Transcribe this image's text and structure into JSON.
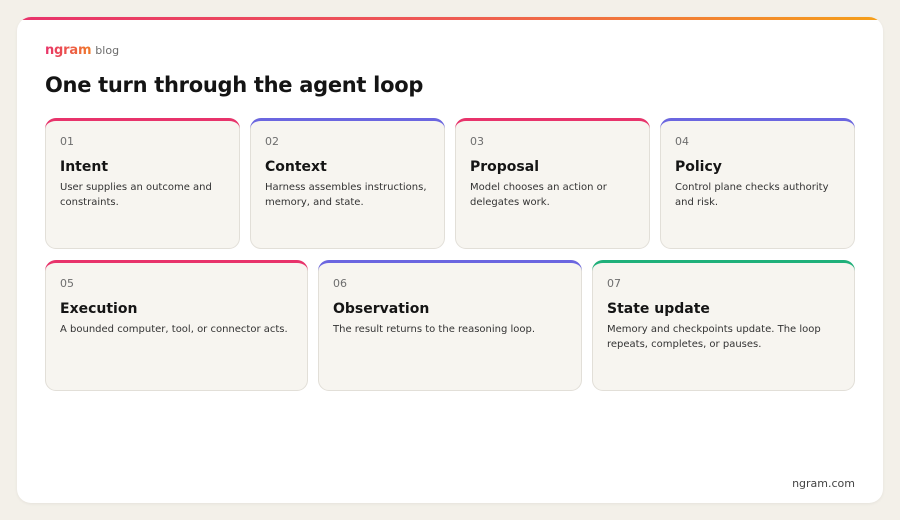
{
  "brand": {
    "logo": "ngram",
    "section": "blog"
  },
  "title": "One turn through the agent loop",
  "colors": {
    "pink": "#e8336b",
    "purple": "#6b66e0",
    "green": "#1fb07a"
  },
  "steps": [
    {
      "num": "01",
      "title": "Intent",
      "desc": "User supplies an outcome and constraints.",
      "accent": "pink"
    },
    {
      "num": "02",
      "title": "Context",
      "desc": "Harness assembles instructions, memory, and state.",
      "accent": "purple"
    },
    {
      "num": "03",
      "title": "Proposal",
      "desc": "Model chooses an action or delegates work.",
      "accent": "pink"
    },
    {
      "num": "04",
      "title": "Policy",
      "desc": "Control plane checks authority and risk.",
      "accent": "purple"
    },
    {
      "num": "05",
      "title": "Execution",
      "desc": "A bounded computer, tool, or connector acts.",
      "accent": "pink"
    },
    {
      "num": "06",
      "title": "Observation",
      "desc": "The result returns to the reasoning loop.",
      "accent": "purple"
    },
    {
      "num": "07",
      "title": "State update",
      "desc": "Memory and checkpoints update. The loop repeats, completes, or pauses.",
      "accent": "green"
    }
  ],
  "footer": "ngram.com"
}
